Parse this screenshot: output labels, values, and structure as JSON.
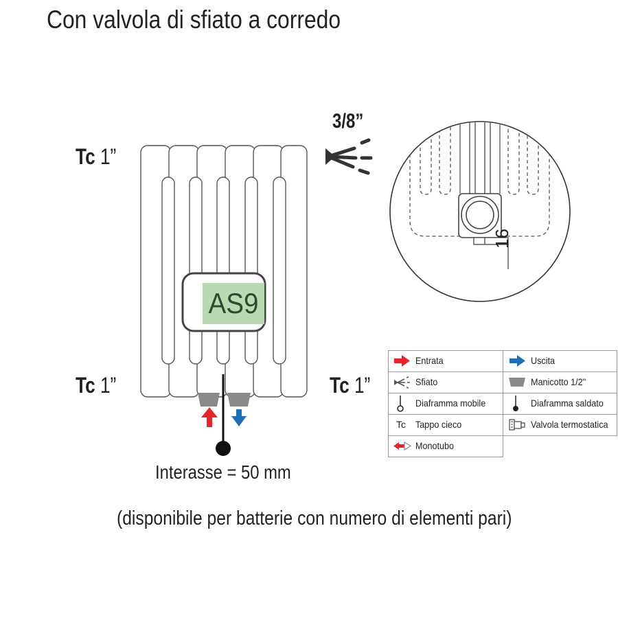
{
  "title": "Con valvola di sfiato a corredo",
  "labels": {
    "tc_top_left": {
      "tc": "Tc",
      "size": "1”"
    },
    "tc_bottom_left": {
      "tc": "Tc",
      "size": "1”"
    },
    "tc_bottom_right": {
      "tc": "Tc",
      "size": "1”"
    },
    "vent_size": "3/8”",
    "model": "AS9",
    "offset_dim": "16",
    "interasse": "Interasse = 50 mm",
    "note": "(disponibile per batterie con numero di elementi pari)"
  },
  "legend": [
    {
      "label": "Entrata",
      "icon": "red-arrow-right-icon",
      "col": 0,
      "row": 0
    },
    {
      "label": "Uscita",
      "icon": "blue-arrow-right-icon",
      "col": 1,
      "row": 0
    },
    {
      "label": "Sfiato",
      "icon": "vent-icon",
      "col": 0,
      "row": 1
    },
    {
      "label": "Manicotto 1/2\"",
      "icon": "sleeve-icon",
      "col": 1,
      "row": 1
    },
    {
      "label": "Diaframma mobile",
      "icon": "mobile-diaphragm-icon",
      "col": 0,
      "row": 2
    },
    {
      "label": "Diaframma saldato",
      "icon": "welded-diaphragm-icon",
      "col": 1,
      "row": 2
    },
    {
      "label": "Tappo cieco",
      "icon": "tc-text-icon",
      "icon_text": "Tc",
      "col": 0,
      "row": 3
    },
    {
      "label": "Valvola termostatica",
      "icon": "thermostatic-valve-icon",
      "col": 1,
      "row": 3
    },
    {
      "label": "Monotubo",
      "icon": "monotube-arrow-icon",
      "col": 0,
      "row": 4
    }
  ],
  "colors": {
    "inlet": "#e3262b",
    "outlet": "#1f6fb6",
    "sleeve": "#8a8a8a",
    "model_box": "#b9d9b2",
    "model_text": "#2a4b32",
    "vent": "#333333"
  }
}
